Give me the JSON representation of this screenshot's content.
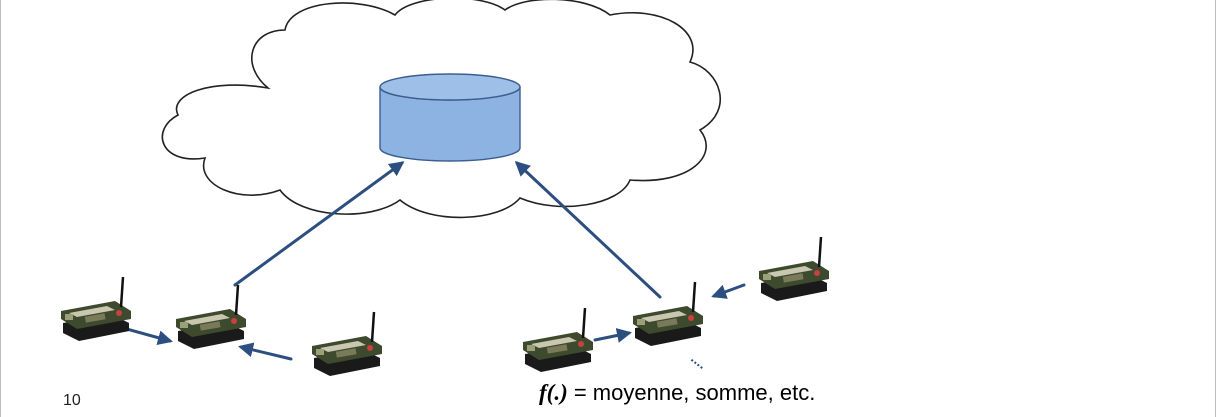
{
  "slide": {
    "page_number": "10",
    "caption": {
      "function": "f(.)",
      "text": " = moyenne, somme, etc."
    },
    "more_nodes": "...."
  },
  "colors": {
    "arrow": "#2c4f80",
    "database_fill": "#8db3e2",
    "database_stroke": "#3c5e8f",
    "cloud_stroke": "#222222",
    "sensor_board": "#3d4a2e",
    "sensor_battery": "#1a1a1a"
  }
}
